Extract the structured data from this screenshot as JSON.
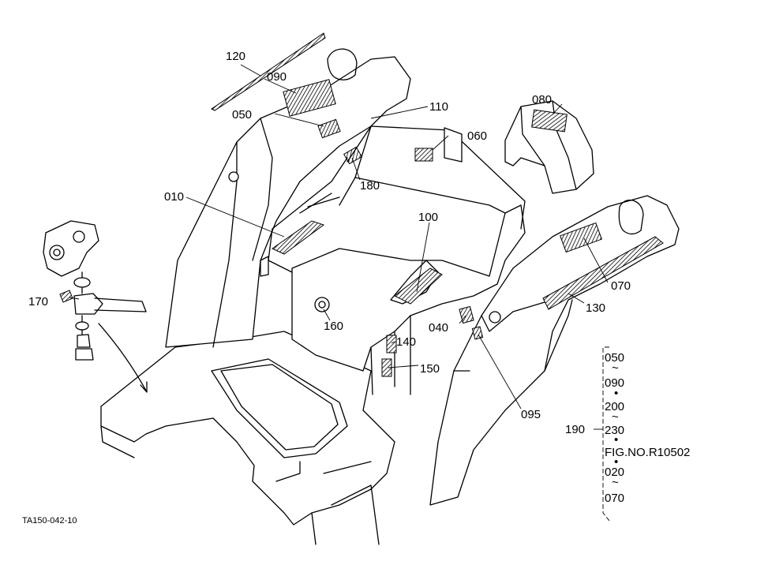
{
  "callouts": {
    "p010": "010",
    "p040": "040",
    "p050": "050",
    "p060": "060",
    "p070": "070",
    "p080": "080",
    "p090": "090",
    "p095": "095",
    "p100": "100",
    "p110": "110",
    "p120": "120",
    "p130": "130",
    "p140": "140",
    "p150": "150",
    "p160": "160",
    "p170": "170",
    "p180": "180",
    "p190": "190"
  },
  "range_list": {
    "items": [
      "050",
      "090",
      "200",
      "230",
      "FIG.NO.R10502",
      "020",
      "070"
    ]
  },
  "drawing_code": "TA150-042-10"
}
